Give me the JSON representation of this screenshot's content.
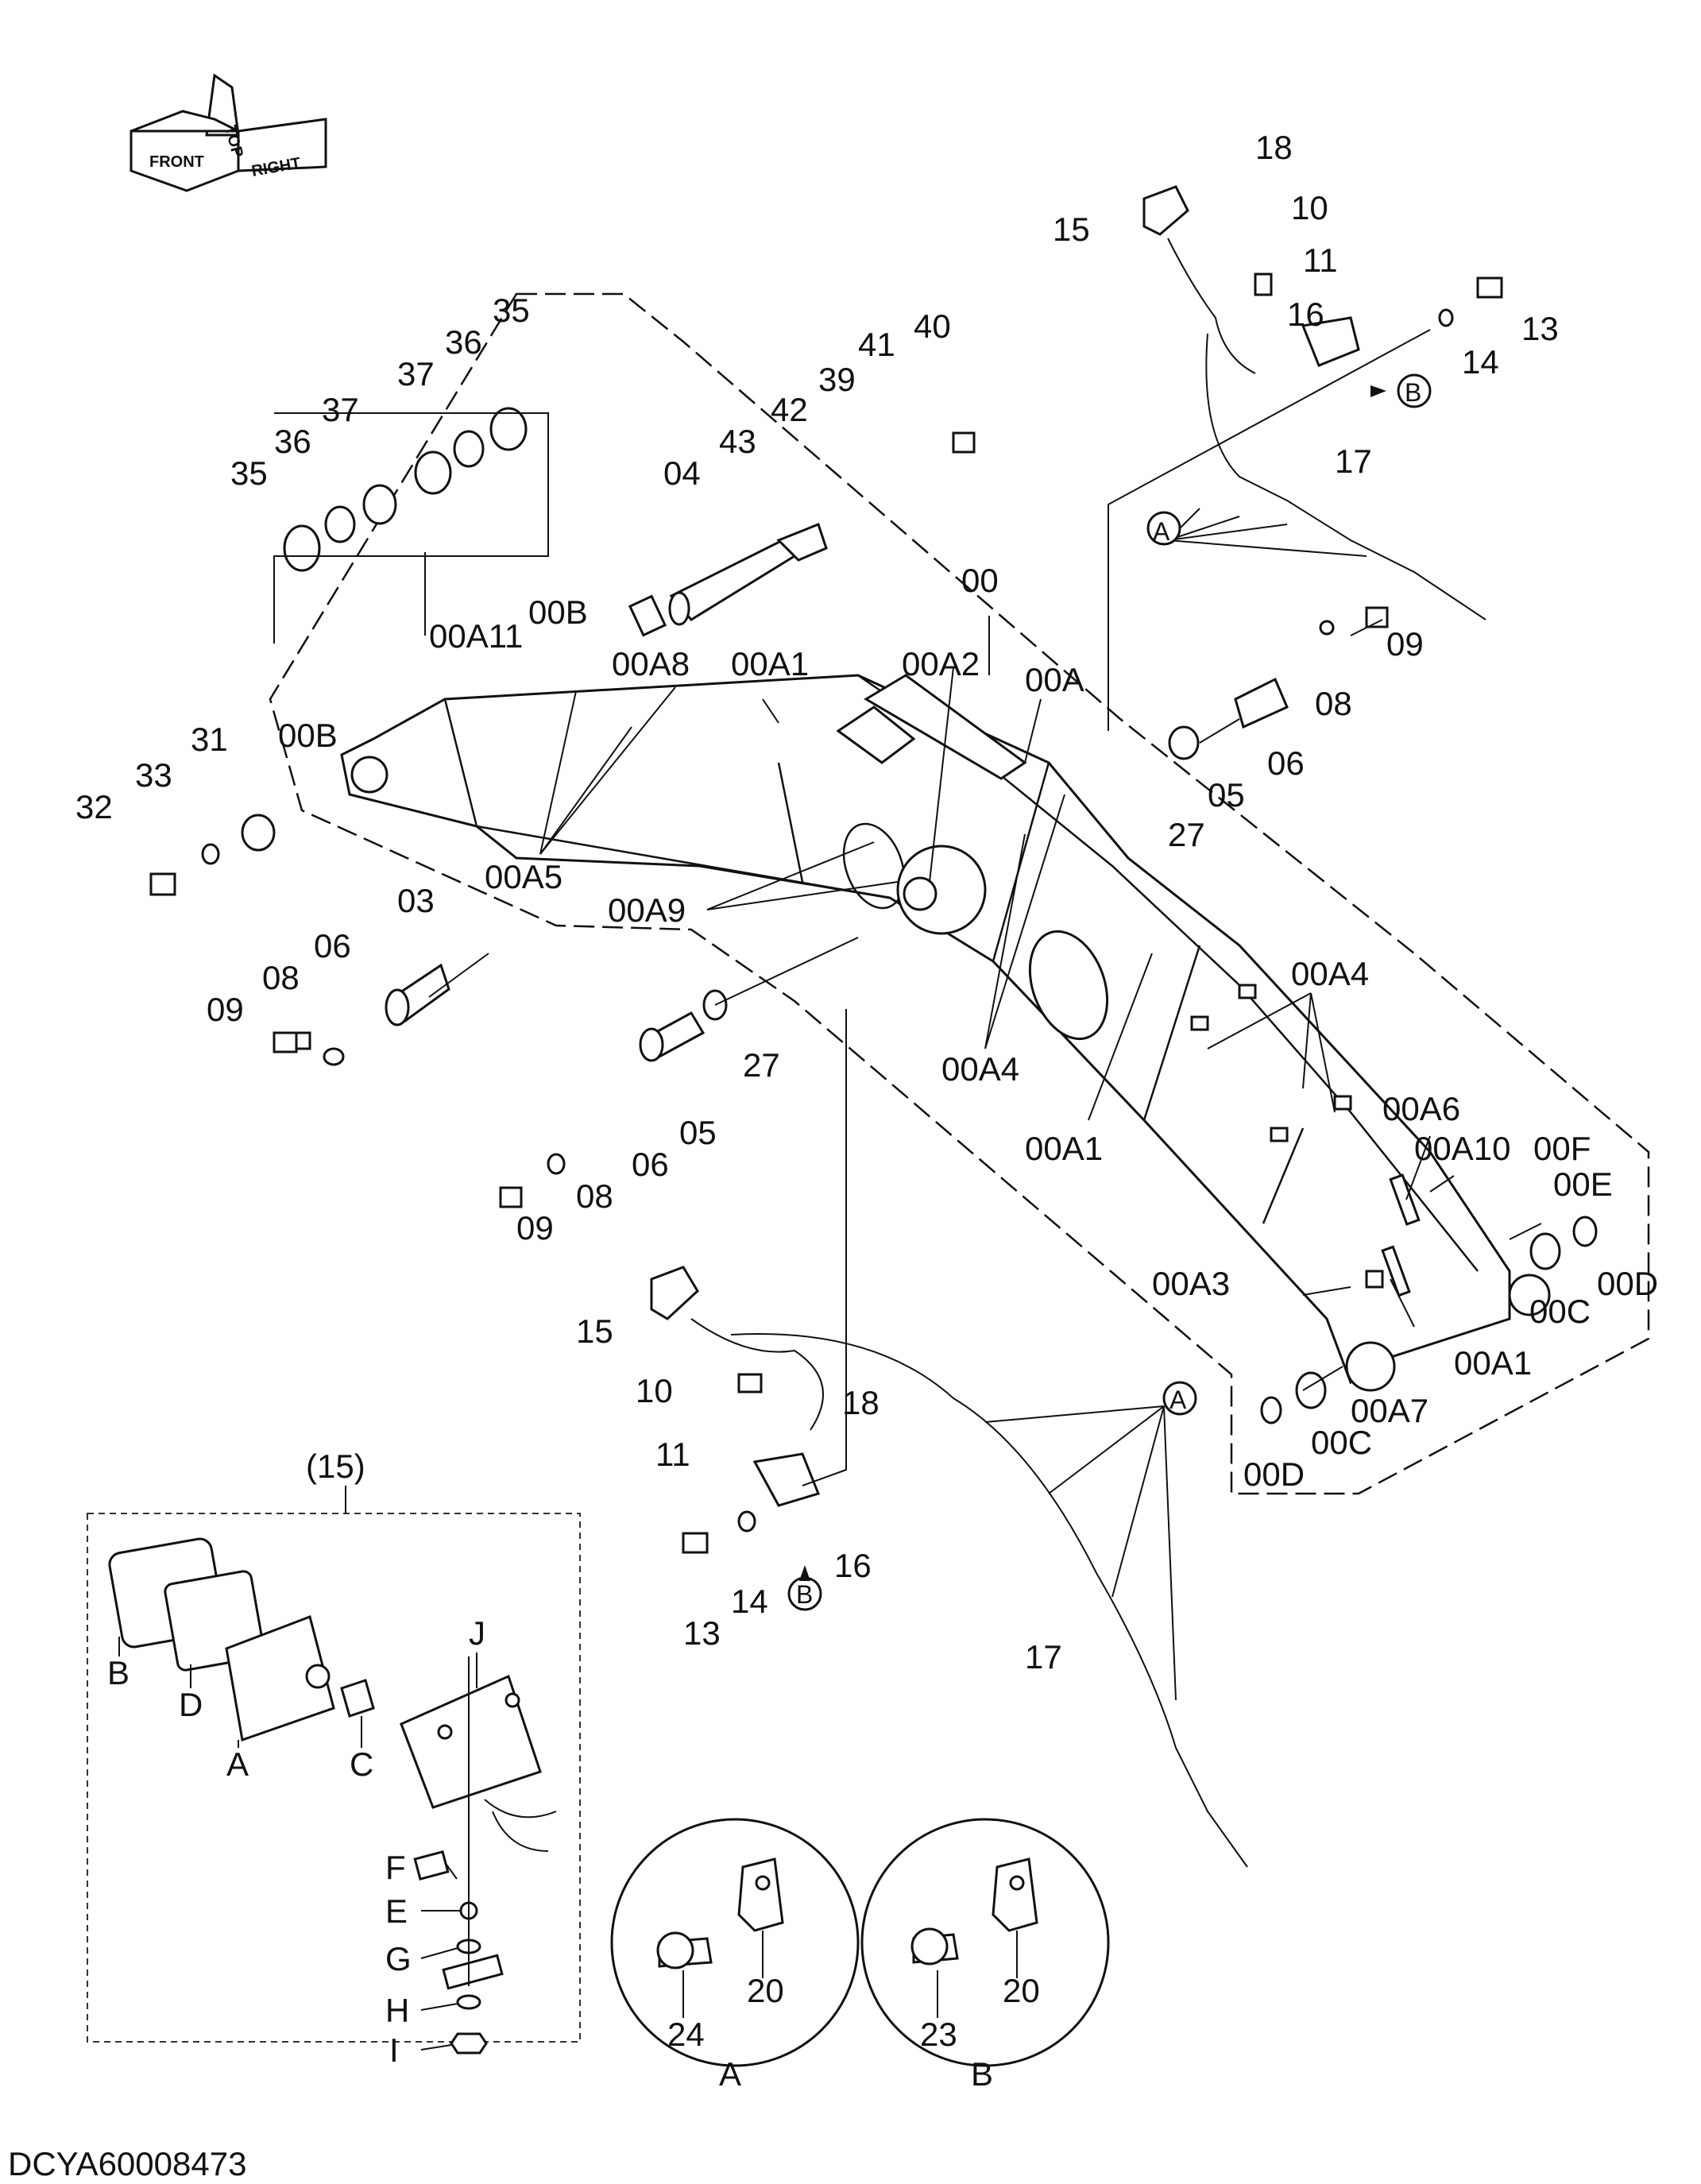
{
  "orientation": {
    "front": "FRONT",
    "top": "TOP",
    "right": "RIGHT"
  },
  "drawing_code": "DCYA60008473",
  "lamp_detail_title": "(15)",
  "callout_letters": {
    "a": "A",
    "b": "B"
  },
  "labels": {
    "p00": "00",
    "p00A": "00A",
    "p00A1": "00A1",
    "p00A1b": "00A1",
    "p00A1c": "00A1",
    "p00A2": "00A2",
    "p00A3": "00A3",
    "p00A4": "00A4",
    "p00A4b": "00A4",
    "p00A5": "00A5",
    "p00A6": "00A6",
    "p00A7": "00A7",
    "p00A8": "00A8",
    "p00A9": "00A9",
    "p00A10": "00A10",
    "p00A11": "00A11",
    "p00B": "00B",
    "p00Bb": "00B",
    "p00C": "00C",
    "p00Cb": "00C",
    "p00D": "00D",
    "p00Db": "00D",
    "p00E": "00E",
    "p00F": "00F",
    "p03": "03",
    "p04": "04",
    "p05": "05",
    "p05b": "05",
    "p06": "06",
    "p06b": "06",
    "p06c": "06",
    "p08": "08",
    "p08b": "08",
    "p08c": "08",
    "p09": "09",
    "p09b": "09",
    "p09c": "09",
    "p10": "10",
    "p10b": "10",
    "p11": "11",
    "p11b": "11",
    "p13": "13",
    "p13b": "13",
    "p14": "14",
    "p14b": "14",
    "p15": "15",
    "p15b": "15",
    "p16": "16",
    "p16b": "16",
    "p17": "17",
    "p17b": "17",
    "p18": "18",
    "p18b": "18",
    "p27": "27",
    "p27b": "27",
    "p31": "31",
    "p32": "32",
    "p33": "33",
    "p35": "35",
    "p35b": "35",
    "p36": "36",
    "p36b": "36",
    "p37": "37",
    "p37b": "37",
    "p39": "39",
    "p40": "40",
    "p41": "41",
    "p42": "42",
    "p43": "43",
    "lA": "A",
    "lB": "B",
    "lC": "C",
    "lD": "D",
    "lE": "E",
    "lF": "F",
    "lG": "G",
    "lH": "H",
    "lI": "I",
    "lJ": "J",
    "dA20": "20",
    "dA24": "24",
    "dB20": "20",
    "dB23": "23",
    "dA": "A",
    "dB": "B"
  }
}
